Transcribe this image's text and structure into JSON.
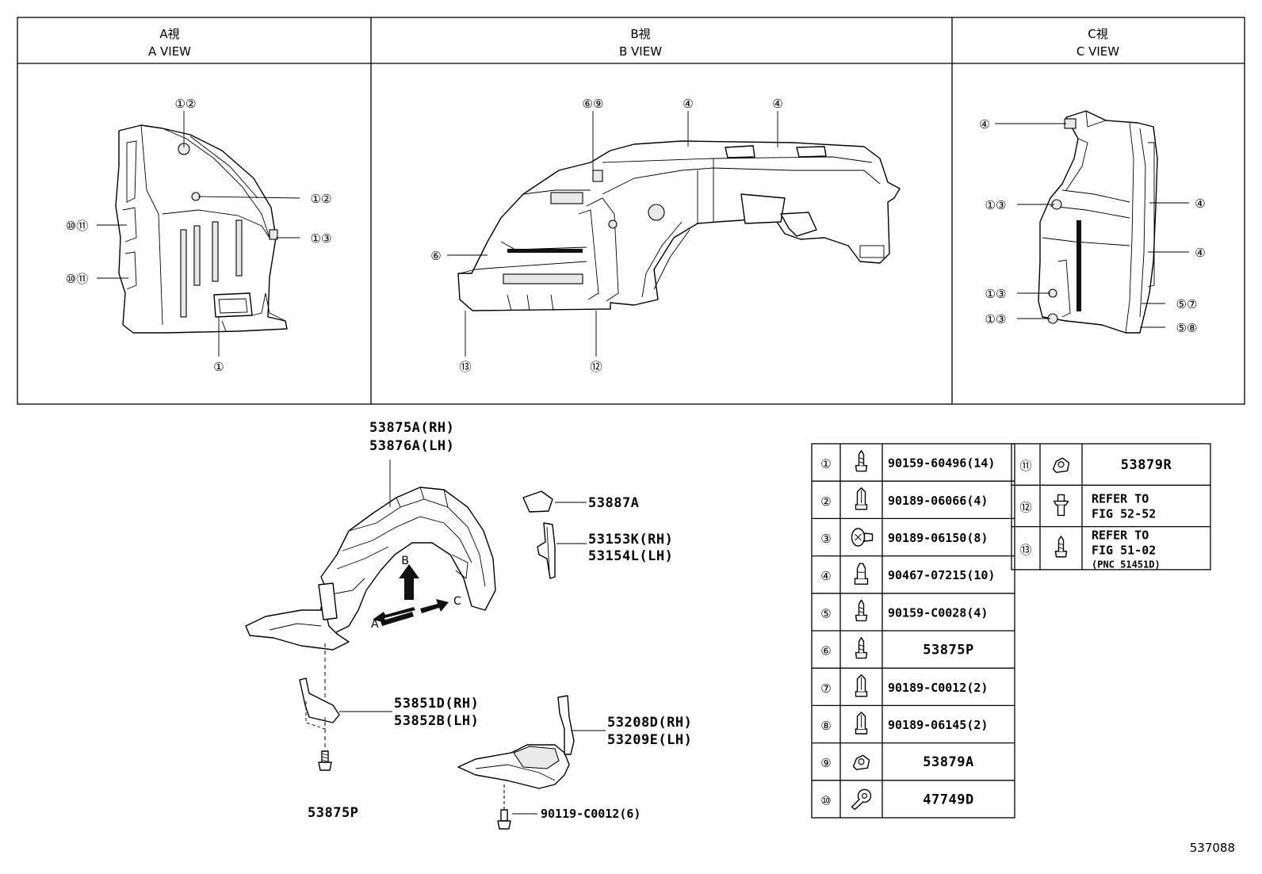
{
  "views": [
    {
      "title_ja": "A視",
      "title_en": "A VIEW"
    },
    {
      "title_ja": "B視",
      "title_en": "B VIEW"
    },
    {
      "title_ja": "C視",
      "title_en": "C VIEW"
    }
  ],
  "callouts": {
    "a": [
      "①②",
      "①②",
      "⑩⑪",
      "①③",
      "⑩⑪",
      "①"
    ],
    "b": [
      "⑥⑨",
      "④",
      "④",
      "⑥",
      "⑬",
      "⑫"
    ],
    "c": [
      "④",
      "①③",
      "④",
      "④",
      "①③",
      "⑤⑦",
      "①③",
      "⑤⑧"
    ]
  },
  "parts": {
    "liner_rh": "53875A(RH)",
    "liner_lh": "53876A(LH)",
    "seal": "53887A",
    "ext_rh": "53153K(RH)",
    "ext_lh": "53154L(LH)",
    "brk_rh": "53851D(RH)",
    "brk_lh": "53852B(LH)",
    "cover_rh": "53208D(RH)",
    "cover_lh": "53209E(LH)",
    "bolt_a": "53875P",
    "bolt_b": "90119-C0012(6)",
    "dir_b": "B",
    "dir_a": "A",
    "dir_c": "C"
  },
  "legend_left": [
    {
      "num": "①",
      "icon": "screw-icon",
      "text": "90159-60496(14)"
    },
    {
      "num": "②",
      "icon": "clip-icon",
      "text": "90189-06066(4)"
    },
    {
      "num": "③",
      "icon": "push-rivet-icon",
      "text": "90189-06150(8)"
    },
    {
      "num": "④",
      "icon": "grommet-icon",
      "text": "90467-07215(10)"
    },
    {
      "num": "⑤",
      "icon": "screw-icon",
      "text": "90159-C0028(4)"
    },
    {
      "num": "⑥",
      "icon": "screw-icon",
      "text": "53875P"
    },
    {
      "num": "⑦",
      "icon": "clip-icon",
      "text": "90189-C0012(2)"
    },
    {
      "num": "⑧",
      "icon": "clip-icon",
      "text": "90189-06145(2)"
    },
    {
      "num": "⑨",
      "icon": "nut-clip-icon",
      "text": "53879A"
    },
    {
      "num": "⑩",
      "icon": "fastener-icon",
      "text": "47749D"
    }
  ],
  "legend_right": [
    {
      "num": "⑪",
      "icon": "nut-clip-icon",
      "lines": [
        "53879R"
      ]
    },
    {
      "num": "⑫",
      "icon": "pin-clip-icon",
      "lines": [
        "REFER TO",
        "FIG 52-52"
      ]
    },
    {
      "num": "⑬",
      "icon": "screw-icon",
      "lines": [
        "REFER TO",
        "FIG 51-02",
        "(PNC 51451D)"
      ]
    }
  ],
  "figure_code": "537088"
}
